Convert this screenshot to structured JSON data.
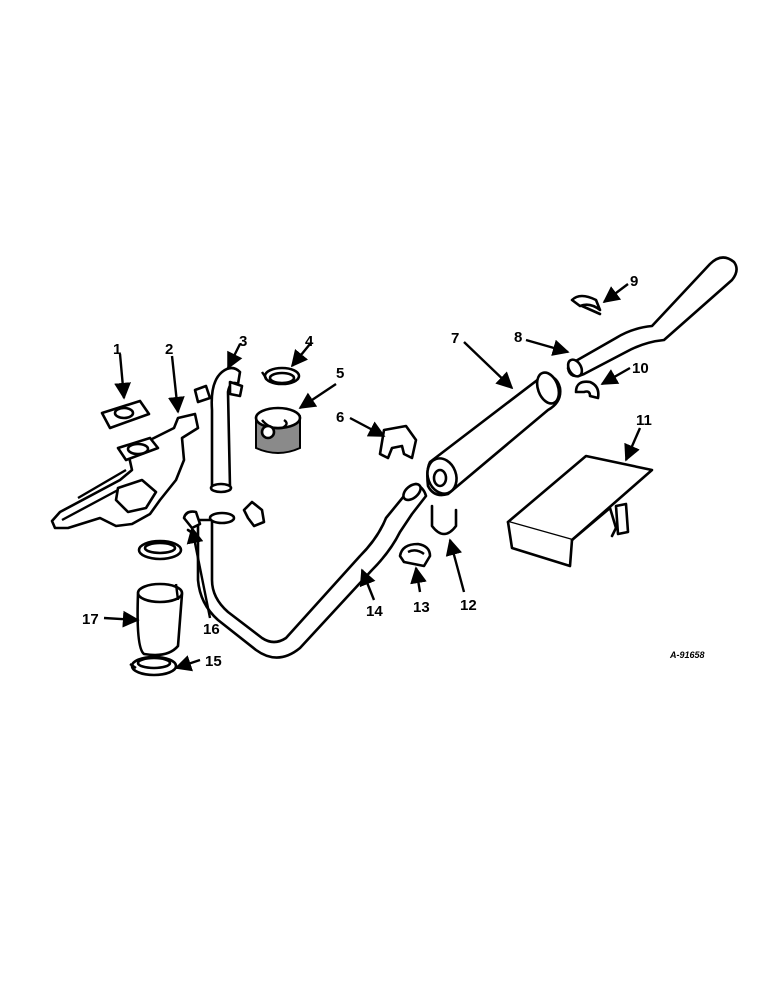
{
  "callouts": [
    "1",
    "2",
    "3",
    "4",
    "5",
    "6",
    "7",
    "8",
    "9",
    "10",
    "11",
    "12",
    "13",
    "14",
    "15",
    "16",
    "17"
  ],
  "figure_id": "A-91658",
  "colors": {
    "line": "#000000",
    "background": "#ffffff",
    "shade": "#8a8a8a"
  }
}
